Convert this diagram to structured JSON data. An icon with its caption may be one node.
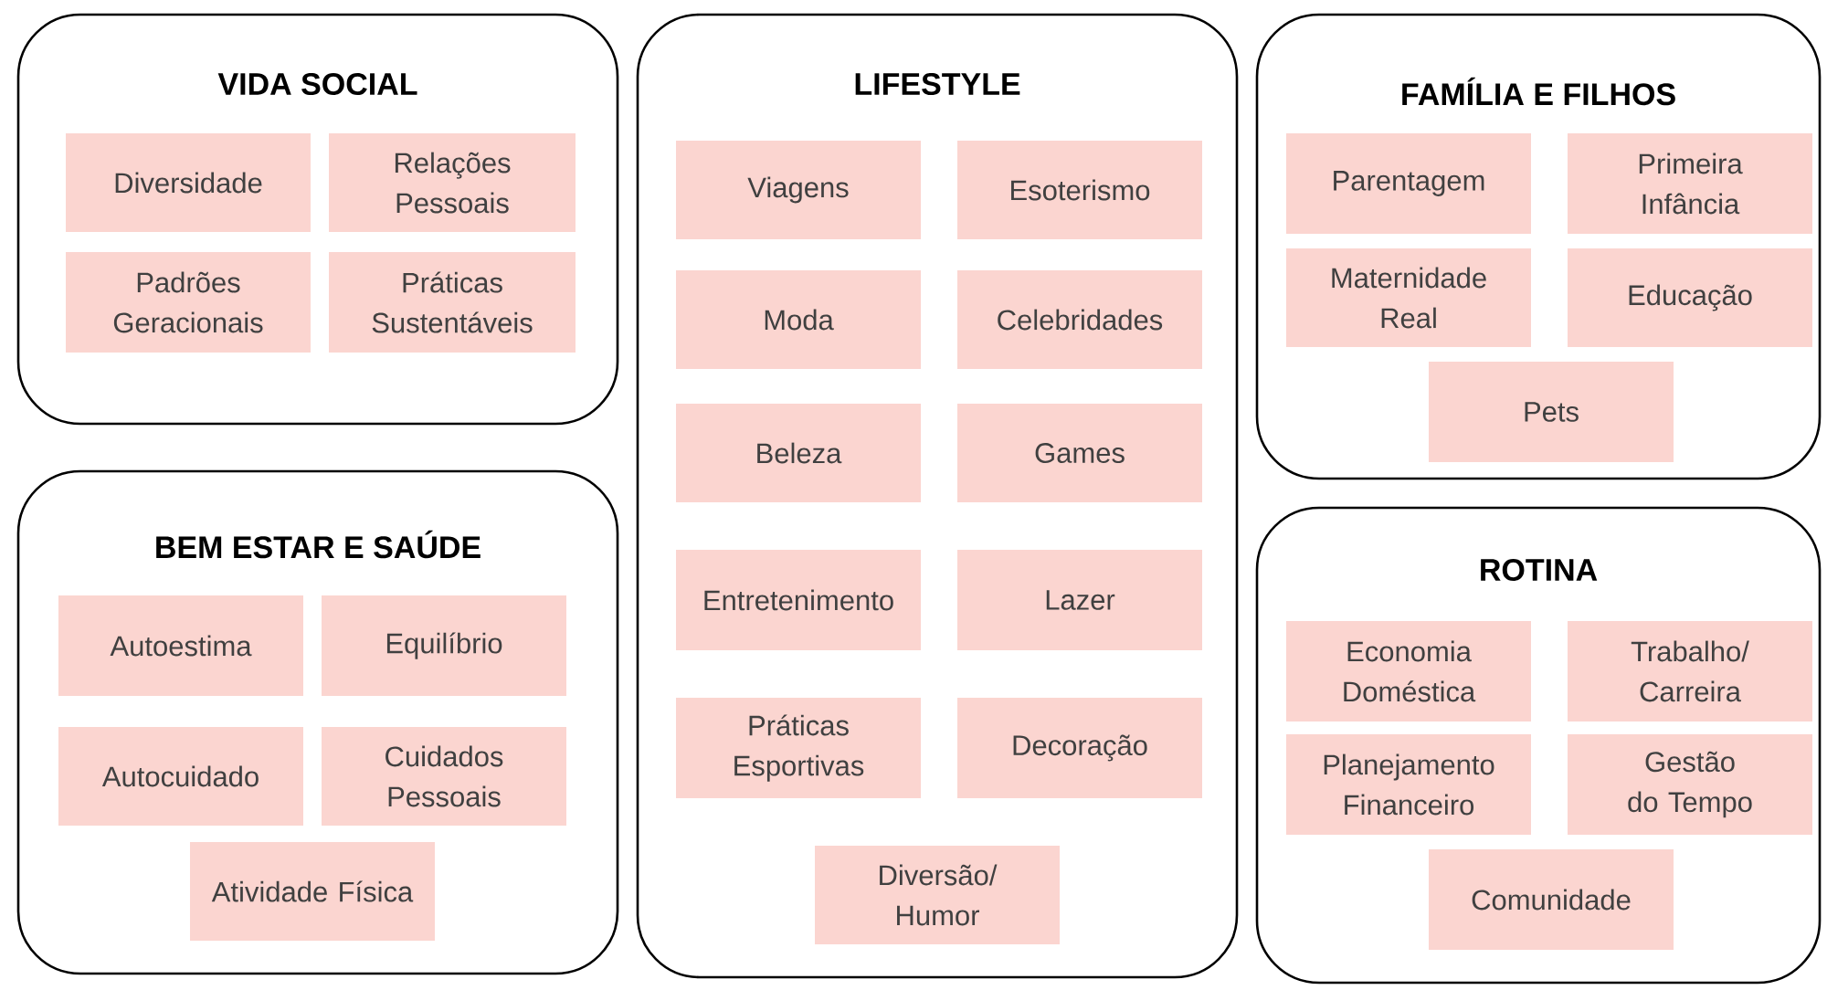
{
  "diagram": {
    "nodes": [
      {
        "text": [
          "VIDA SOCIAL"
        ]
      },
      {
        "text": [
          "Diversidade"
        ],
        "in": 0
      },
      {
        "text": [
          "Relações Pessoais"
        ],
        "in": 0
      },
      {
        "text": [
          "Padrões Geracionais"
        ],
        "in": 0
      },
      {
        "text": [
          "Práticas Sustentáveis"
        ],
        "in": 0
      },
      {
        "text": [
          "BEM ESTAR E SAÚDE"
        ]
      },
      {
        "text": [
          "Autoestima"
        ],
        "in": 5
      },
      {
        "text": [
          "Equilíbrio"
        ],
        "in": 5
      },
      {
        "text": [
          "Autocuidado"
        ],
        "in": 5
      },
      {
        "text": [
          "Cuidados Pessoais"
        ],
        "in": 5
      },
      {
        "text": [
          "Atividade Física"
        ],
        "in": 5
      },
      {
        "text": [
          "LIFESTYLE"
        ]
      },
      {
        "text": [
          "Viagens"
        ],
        "in": 11
      },
      {
        "text": [
          "Esoterismo"
        ],
        "in": 11
      },
      {
        "text": [
          "Moda"
        ],
        "in": 11
      },
      {
        "text": [
          "Celebridades"
        ],
        "in": 11
      },
      {
        "text": [
          "Beleza"
        ],
        "in": 11
      },
      {
        "text": [
          "Games"
        ],
        "in": 11
      },
      {
        "text": [
          "Entretenimento"
        ],
        "in": 11
      },
      {
        "text": [
          "Lazer"
        ],
        "in": 11
      },
      {
        "text": [
          "Práticas Esportivas"
        ],
        "in": 11
      },
      {
        "text": [
          "Decoração"
        ],
        "in": 11
      },
      {
        "text": [
          "Diversão/ Humor"
        ],
        "in": 11
      },
      {
        "text": [
          "FAMÍLIA E FILHOS"
        ]
      },
      {
        "text": [
          "Parentagem"
        ],
        "in": 23
      },
      {
        "text": [
          "Primeira Infância"
        ],
        "in": 23
      },
      {
        "text": [
          "Maternidade Real"
        ],
        "in": 23
      },
      {
        "text": [
          "Educação"
        ],
        "in": 23
      },
      {
        "text": [
          "Pets"
        ],
        "in": 23
      },
      {
        "text": [
          "ROTINA"
        ]
      },
      {
        "text": [
          "Economia Doméstica"
        ],
        "in": 29
      },
      {
        "text": [
          "Trabalho/ Carreira"
        ],
        "in": 29
      },
      {
        "text": [
          "Planejamento Financeiro"
        ],
        "in": 29
      },
      {
        "text": [
          "Gestão do Tempo"
        ],
        "in": 29
      },
      {
        "text": [
          "Comunidade"
        ],
        "in": 29
      }
    ]
  }
}
